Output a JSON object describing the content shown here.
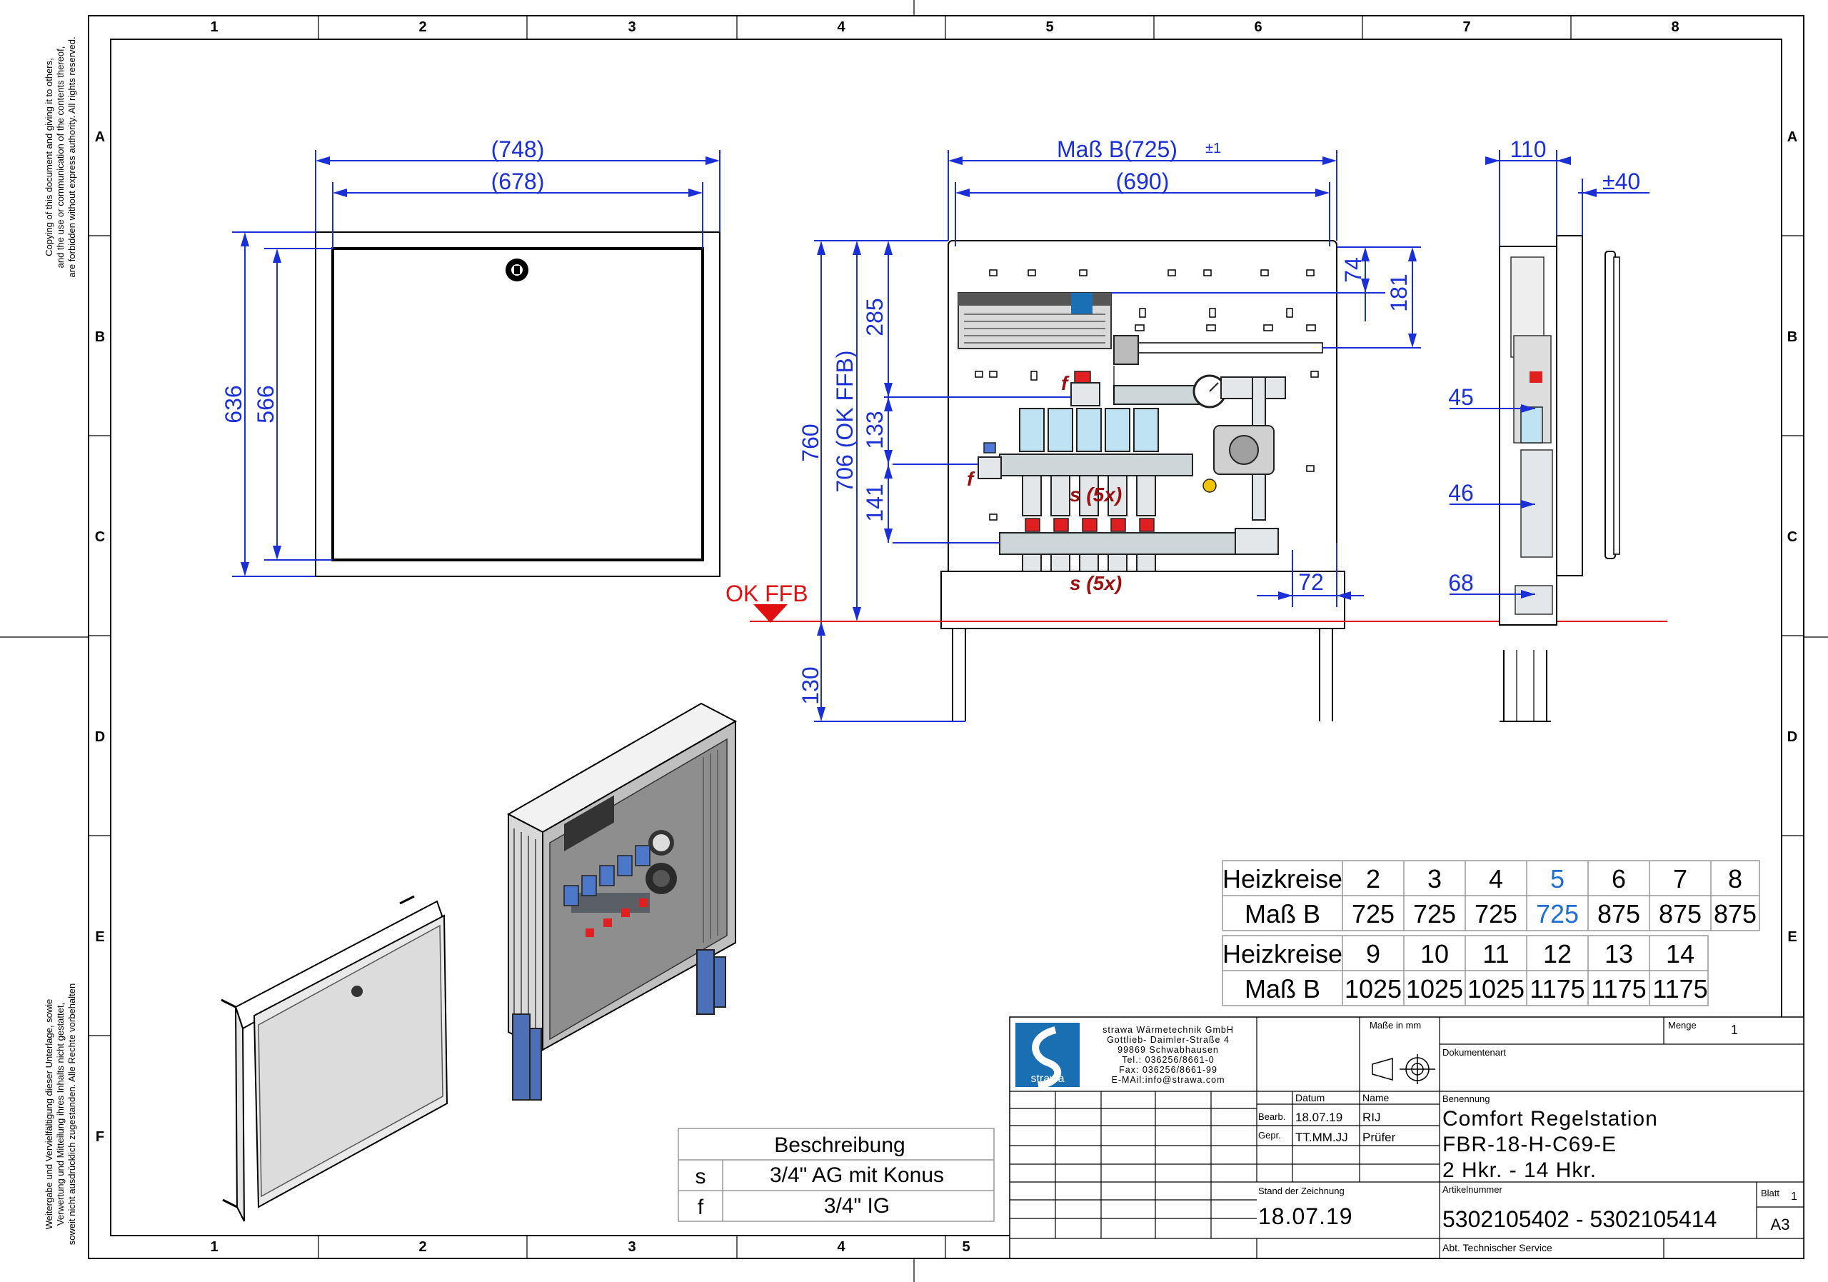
{
  "zone_columns": [
    "1",
    "2",
    "3",
    "4",
    "5",
    "6",
    "7",
    "8"
  ],
  "zone_columns_bottom": [
    "1",
    "2",
    "3",
    "4",
    "5"
  ],
  "zone_rows": [
    "A",
    "B",
    "C",
    "D",
    "E",
    "F"
  ],
  "copyright_en": [
    "Copying of this document and giving it to others,",
    "and the use or communication of the contents thereof,",
    "are forbidden without express authority. All rights reserved."
  ],
  "copyright_de": [
    "Weitergabe und Vervielfältigung dieser Unterlage, sowie",
    "Verwertung und Mitteilung ihres Inhalts nicht gestattet,",
    "soweit nicht ausdrücklich zugestanden. Alle Rechte vorbehalten"
  ],
  "front_view_dims": {
    "outer_w": "(748)",
    "inner_w": "(678)",
    "outer_h": "636",
    "inner_h": "566"
  },
  "station_dims": {
    "mass_b": "Maß B(725)",
    "tolerance": "±1",
    "inner_w": "(690)",
    "h_760": "760",
    "h_706": "706 (OK FFB)",
    "h_285": "285",
    "h_133": "133",
    "h_141": "141",
    "h_130": "130",
    "d_74": "74",
    "d_181": "181",
    "d_72": "72",
    "ok_ffb": "OK FFB",
    "label_s": "s (5x)",
    "label_f": "f"
  },
  "side_dims": {
    "d110": "110",
    "d40": "±40",
    "d45": "45",
    "d46": "46",
    "d68": "68"
  },
  "heizkreise_table": {
    "row1_label": "Heizkreise",
    "row2_label": "Maß B",
    "row1_values": [
      "2",
      "3",
      "4",
      "5",
      "6",
      "7",
      "8"
    ],
    "row2_values": [
      "725",
      "725",
      "725",
      "725",
      "875",
      "875",
      "875"
    ],
    "row3_label": "Heizkreise",
    "row4_label": "Maß B",
    "row3_values": [
      "9",
      "10",
      "11",
      "12",
      "13",
      "14"
    ],
    "row4_values": [
      "1025",
      "1025",
      "1025",
      "1175",
      "1175",
      "1175"
    ],
    "highlight_color": "#1f6fd0"
  },
  "beschreibung": {
    "header": "Beschreibung",
    "rows": [
      {
        "key": "s",
        "value": "3/4\" AG mit Konus"
      },
      {
        "key": "f",
        "value": "3/4\" IG"
      }
    ]
  },
  "title_block": {
    "company_lines": [
      "strawa Wärmetechnik GmbH",
      "Gottlieb- Daimler-Straße 4",
      "99869 Schwabhausen",
      "Tel.: 036256/8661-0",
      "Fax: 036256/8661-99",
      "E-MAil:info@strawa.com"
    ],
    "logo_text": "strawa",
    "masse": "Maße in mm",
    "menge_label": "Menge",
    "menge_value": "1",
    "dokumentenart": "Dokumentenart",
    "datum_label": "Datum",
    "name_label": "Name",
    "bearb_label": "Bearb.",
    "bearb_date": "18.07.19",
    "bearb_name": "RIJ",
    "gepr_label": "Gepr.",
    "gepr_date": "TT.MM.JJ",
    "gepr_name": "Prüfer",
    "benennung_label": "Benennung",
    "benennung_lines": [
      "Comfort Regelstation",
      "FBR-18-H-C69-E",
      "2 Hkr. - 14 Hkr."
    ],
    "stand_label": "Stand der Zeichnung",
    "stand_value": "18.07.19",
    "artikel_label": "Artikelnummer",
    "artikel_value": "5302105402 - 5302105414",
    "blatt_label": "Blatt",
    "blatt_value": "1",
    "format": "A3",
    "abteilung": "Abt. Technischer Service"
  }
}
